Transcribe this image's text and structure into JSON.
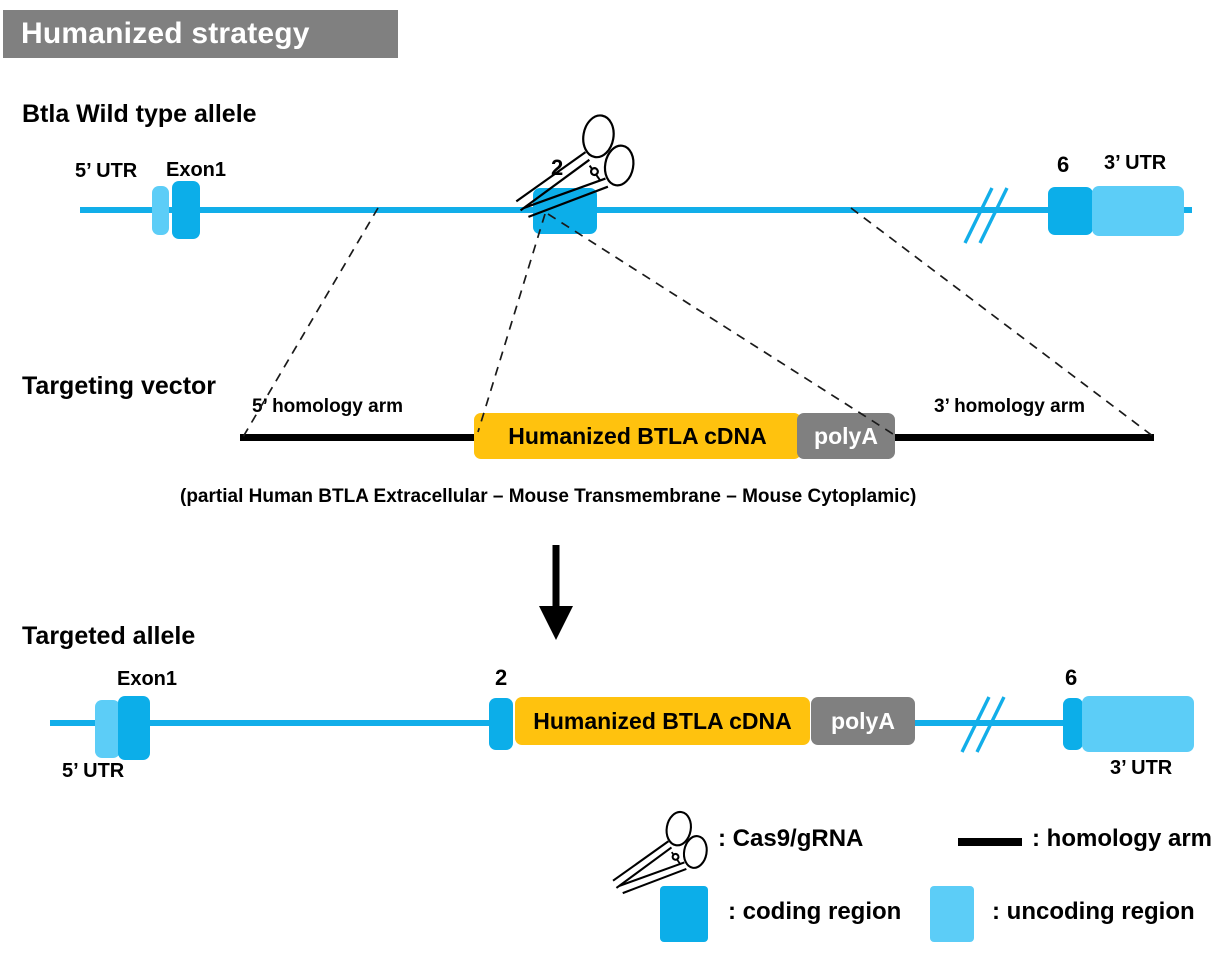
{
  "title": "Humanized strategy",
  "rows": {
    "wildtype_label": "Btla Wild type allele",
    "vector_label": "Targeting vector",
    "targeted_label": "Targeted allele"
  },
  "wildtype": {
    "utr5": "5’ UTR",
    "exon1": "Exon1",
    "exon2": "2",
    "exon6": "6",
    "utr3": "3’ UTR",
    "scissors_icon": "scissors-icon",
    "break_icon": "double-slash-break-icon"
  },
  "vector": {
    "homology5": "5’ homology arm",
    "homology3": "3’ homology arm",
    "cdna": "Humanized BTLA cDNA",
    "polya": "polyA",
    "caption": "(partial Human BTLA Extracellular – Mouse Transmembrane – Mouse Cytoplamic)"
  },
  "targeted": {
    "exon1": "Exon1",
    "utr5": "5’ UTR",
    "exon2": "2",
    "cdna": "Humanized BTLA cDNA",
    "polya": "polyA",
    "exon6": "6",
    "utr3": "3’ UTR",
    "break_icon": "double-slash-break-icon",
    "arrow_icon": "down-arrow-icon"
  },
  "legend": {
    "cas9": ": Cas9/gRNA",
    "homology_arm": ": homology arm",
    "coding": ": coding region",
    "uncoding": ": uncoding region",
    "scissors_icon": "scissors-icon",
    "line_icon": "black-line-icon"
  },
  "colors": {
    "coding": "#0CAEE9",
    "uncoding": "#5CCDF7",
    "cdna": "#FFC20E",
    "polya": "#808080",
    "title_bar": "#808080",
    "backbone": "#12AEE9",
    "homology_arm": "#000000",
    "dashed": "#1A1A1A"
  }
}
